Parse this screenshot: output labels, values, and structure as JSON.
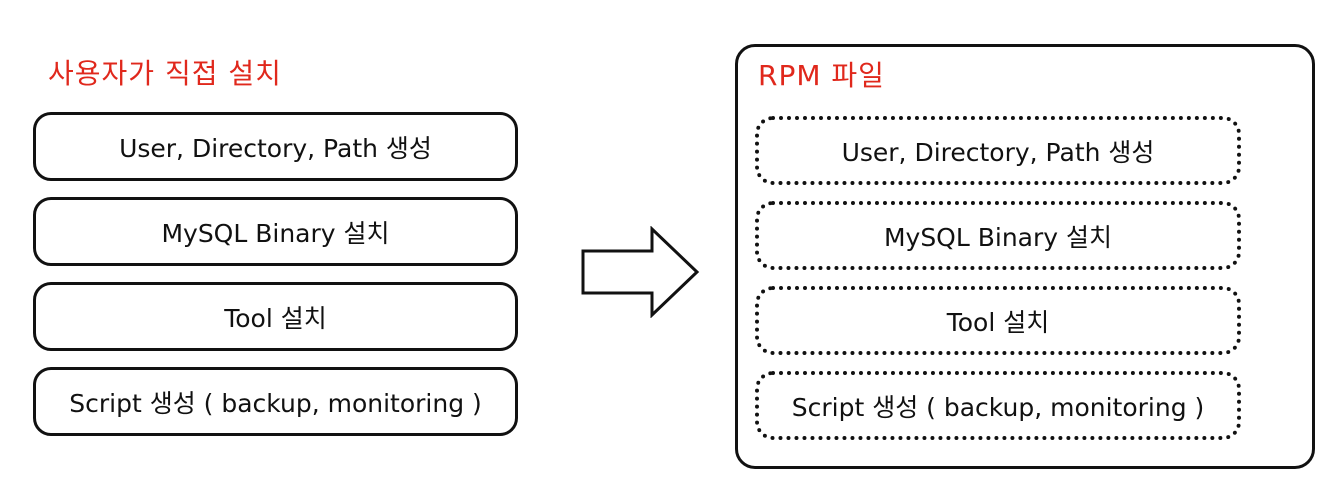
{
  "colors": {
    "title": "#e0281c",
    "stroke": "#111111",
    "background": "#ffffff"
  },
  "left": {
    "title": "사용자가 직접 설치",
    "steps": [
      "User, Directory, Path 생성",
      "MySQL Binary 설치",
      "Tool  설치",
      "Script 생성  ( backup, monitoring )"
    ]
  },
  "right": {
    "title": "RPM 파일",
    "steps": [
      "User, Directory, Path 생성",
      "MySQL Binary 설치",
      "Tool  설치",
      "Script 생성  ( backup, monitoring )"
    ]
  },
  "arrow_icon": "right-arrow-icon"
}
